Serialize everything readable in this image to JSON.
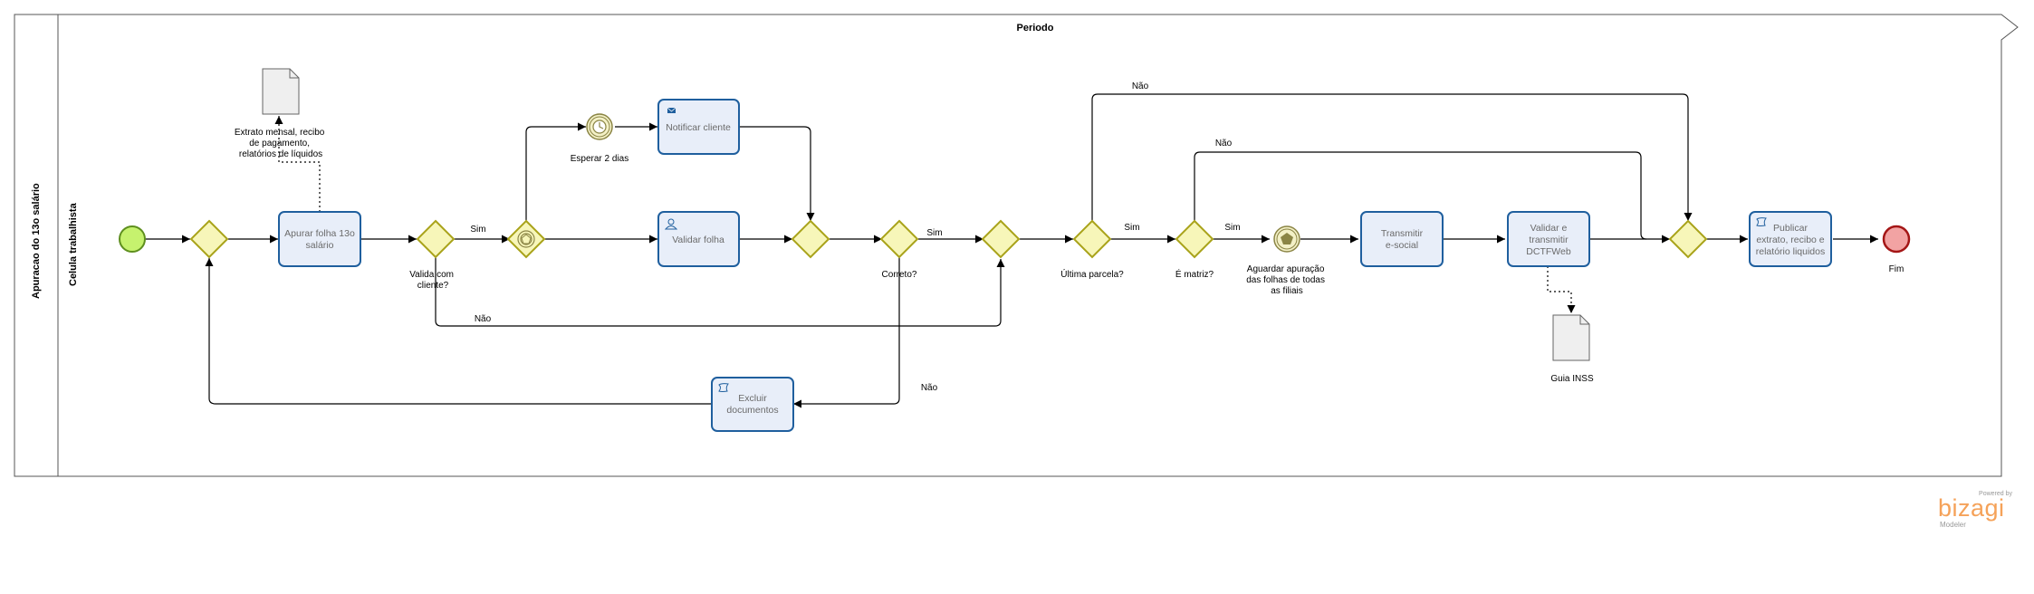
{
  "pool": {
    "title": "Apuracao do 13o salário",
    "lane": "Celula trabalhista",
    "phase": "Periodo"
  },
  "events": {
    "start": "",
    "end": "Fim"
  },
  "tasks": {
    "apurar": [
      "Apurar folha 13o",
      "salário"
    ],
    "notificar": "Notificar cliente",
    "validar_folha": "Validar folha",
    "excluir": [
      "Excluir",
      "documentos"
    ],
    "transmitir": [
      "Transmitir",
      "e-social"
    ],
    "validar_dctf": [
      "Validar e",
      "transmitir",
      "DCTFWeb"
    ],
    "publicar": [
      "Publicar",
      "extrato, recibo e",
      "relatório liquidos"
    ]
  },
  "gateways": {
    "valida": [
      "Valida com",
      "cliente?"
    ],
    "correto": "Correto?",
    "ultima": "Última parcela?",
    "matriz": "É matriz?"
  },
  "intermediate": {
    "timer": "Esperar 2 dias",
    "signal": [
      "Aguardar apuração",
      "das folhas de todas",
      "as filiais"
    ]
  },
  "artifacts": {
    "doc1": [
      "Extrato mensal, recibo",
      "de pagamento,",
      "relatórios de líquidos"
    ],
    "doc2": "Guia INSS"
  },
  "flow_labels": {
    "sim1": "Sim",
    "nao1": "Não",
    "sim2": "Sim",
    "nao2": "Não",
    "nao3": "Não",
    "sim3": "Sim",
    "nao4": "Não",
    "sim4": "Sim"
  },
  "branding": {
    "powered": "Powered by",
    "name": "bizagi",
    "product": "Modeler",
    "color": "#f5a259"
  },
  "colors": {
    "task_fill": "#e8eef9",
    "task_stroke": "#1f5f9e",
    "gateway_fill": "#f7f6b9",
    "start": "#c6f26e",
    "end": "#f2a3a3"
  }
}
